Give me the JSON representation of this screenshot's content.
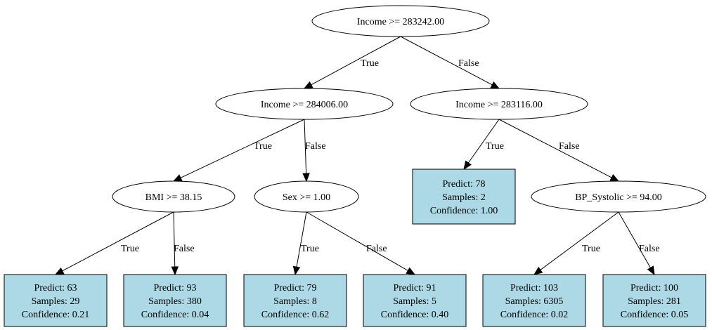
{
  "colors": {
    "leaf_fill": "#add8e6",
    "stroke": "#000000",
    "background": "#ffffff"
  },
  "tree": {
    "nodes": [
      {
        "id": "root",
        "type": "split",
        "label": "Income >= 283242.00"
      },
      {
        "id": "n1",
        "type": "split",
        "label": "Income >= 284006.00"
      },
      {
        "id": "n2",
        "type": "split",
        "label": "Income >= 283116.00"
      },
      {
        "id": "n3",
        "type": "split",
        "label": "BMI >= 38.15"
      },
      {
        "id": "n4",
        "type": "split",
        "label": "Sex >= 1.00"
      },
      {
        "id": "n5",
        "type": "leaf",
        "lines": [
          "Predict: 78",
          "Samples: 2",
          "Confidence: 1.00"
        ]
      },
      {
        "id": "n6",
        "type": "split",
        "label": "BP_Systolic >= 94.00"
      },
      {
        "id": "l1",
        "type": "leaf",
        "lines": [
          "Predict: 63",
          "Samples: 29",
          "Confidence: 0.21"
        ]
      },
      {
        "id": "l2",
        "type": "leaf",
        "lines": [
          "Predict: 93",
          "Samples: 380",
          "Confidence: 0.04"
        ]
      },
      {
        "id": "l3",
        "type": "leaf",
        "lines": [
          "Predict: 79",
          "Samples: 8",
          "Confidence: 0.62"
        ]
      },
      {
        "id": "l4",
        "type": "leaf",
        "lines": [
          "Predict: 91",
          "Samples: 5",
          "Confidence: 0.40"
        ]
      },
      {
        "id": "l5",
        "type": "leaf",
        "lines": [
          "Predict: 103",
          "Samples: 6305",
          "Confidence: 0.02"
        ]
      },
      {
        "id": "l6",
        "type": "leaf",
        "lines": [
          "Predict: 100",
          "Samples: 281",
          "Confidence: 0.05"
        ]
      }
    ],
    "edges": [
      {
        "from": "root",
        "to": "n1",
        "label": "True"
      },
      {
        "from": "root",
        "to": "n2",
        "label": "False"
      },
      {
        "from": "n1",
        "to": "n3",
        "label": "True"
      },
      {
        "from": "n1",
        "to": "n4",
        "label": "False"
      },
      {
        "from": "n2",
        "to": "n5",
        "label": "True"
      },
      {
        "from": "n2",
        "to": "n6",
        "label": "False"
      },
      {
        "from": "n3",
        "to": "l1",
        "label": "True"
      },
      {
        "from": "n3",
        "to": "l2",
        "label": "False"
      },
      {
        "from": "n4",
        "to": "l3",
        "label": "True"
      },
      {
        "from": "n4",
        "to": "l4",
        "label": "False"
      },
      {
        "from": "n6",
        "to": "l5",
        "label": "True"
      },
      {
        "from": "n6",
        "to": "l6",
        "label": "False"
      }
    ]
  }
}
